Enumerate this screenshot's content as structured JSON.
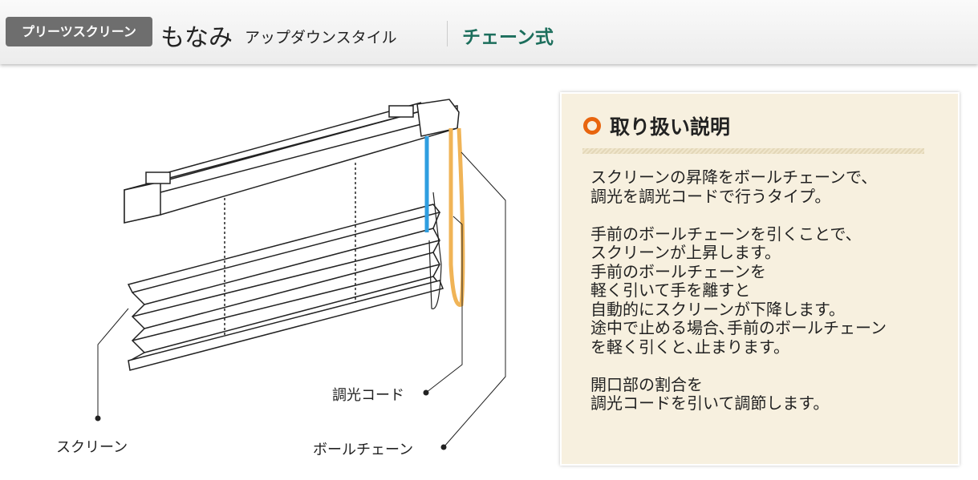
{
  "header": {
    "category_badge": "プリーツスクリーン",
    "product_name": "もなみ",
    "style": "アップダウンスタイル",
    "operation_type": "チェーン式"
  },
  "panel": {
    "title": "取り扱い説明",
    "body": "スクリーンの昇降をボールチェーンで、\n調光を調光コードで行うタイプ。\n\n手前のボールチェーンを引くことで、\nスクリーンが上昇します。\n手前のボールチェーンを\n軽く引いて手を離すと\n自動的にスクリーンが下降します。\n途中で止める場合､手前のボールチェーン\nを軽く引くと､止まります。\n\n開口部の割合を\n調光コードを引いて調節します。"
  },
  "diagram": {
    "labels": {
      "dimming_cord": "調光コード",
      "screen": "スクリーン",
      "ball_chain": "ボールチェーン"
    },
    "colors": {
      "ball_chain": "#2f9ee0",
      "dimming_cord": "#f0b457"
    }
  }
}
